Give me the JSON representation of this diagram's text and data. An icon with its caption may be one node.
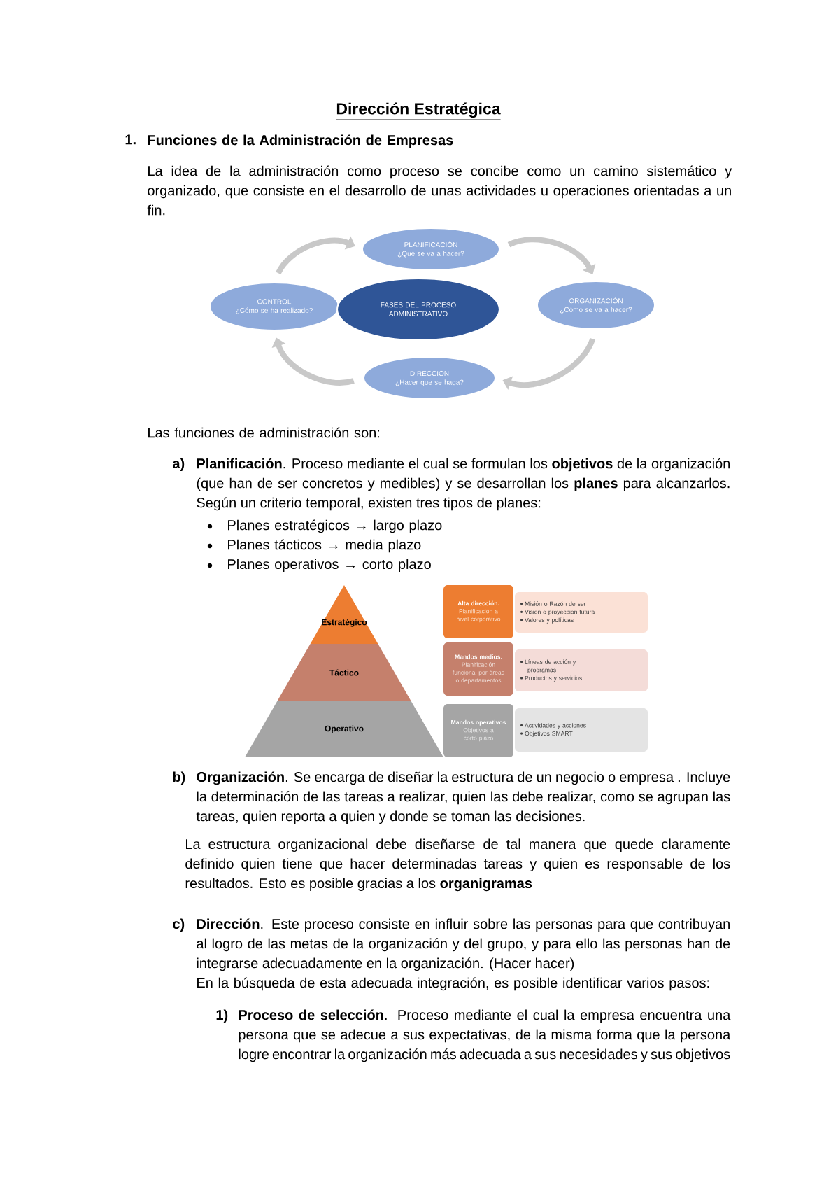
{
  "diagram": {
    "title": "Dirección Estratégica",
    "nodes": [
      {
        "text": [
          "PLANIFICACIÓN",
          "¿Qué se va a hacer?"
        ]
      },
      {
        "text": [
          "CONTROL",
          "¿Cómo se ha realizado?"
        ]
      },
      {
        "text": [
          "FASES DEL PROCESO ADMINISTRATIVO"
        ]
      },
      {
        "text": [
          "ORGANIZACIÓN",
          "¿Cómo se va a hacer?"
        ]
      },
      {
        "text": [
          "DIRECCIÓN",
          "¿Hacer que se haga?"
        ]
      },
      {
        "text": [
          "Estratégico"
        ]
      },
      {
        "text": [
          "Táctico"
        ]
      },
      {
        "text": [
          "Operativo"
        ]
      },
      {
        "text": [
          "Alta dirección.",
          "Planificación a nivel corporativo"
        ]
      },
      {
        "text": [
          "Misión o Razón de ser",
          "Visión o proyección futura",
          "Valores y políticas"
        ]
      },
      {
        "text": [
          "Mandos medios.",
          "Planificación funcional por áreas o departamentos"
        ]
      },
      {
        "text": [
          "Líneas de acción y programas",
          "Productos y servicios"
        ]
      },
      {
        "text": [
          "Mandos operativos",
          "Objetivos a corto plazo"
        ]
      },
      {
        "text": [
          "Actividades y acciones",
          "Objetivos SMART"
        ]
      }
    ],
    "edges": [
      {
        "from": 0,
        "to": 3,
        "arrow": "to"
      },
      {
        "from": 3,
        "to": 4,
        "arrow": "to"
      },
      {
        "from": 4,
        "to": 1,
        "arrow": "to"
      },
      {
        "from": 1,
        "to": 0,
        "arrow": "to"
      }
    ],
    "labels": [
      "1.",
      "Funciones de la Administración de Empresas",
      "La idea de la administración como proceso se concibe como un camino sistemático y organizado, que consiste en el desarrollo de unas actividades u operaciones orientadas a un fin.",
      "Las funciones de administración son:",
      "a)",
      "**Planificación**. Proceso mediante el cual se formulan los **objetivos** de la organización (que han de ser concretos y medibles) y se desarrollan los **planes** para alcanzarlos. Según un criterio temporal, existen tres tipos de planes:",
      "Planes estratégicos → largo plazo",
      "Planes tácticos → media plazo",
      "Planes operativos → corto plazo",
      "b)",
      "**Organización**.  Se encarga de diseñar la estructura de un negocio o empresa . Incluye la determinación de las tareas a realizar, quien las debe realizar, como se agrupan las tareas, quien reporta a quien y donde se toman las decisiones.",
      "La estructura organizacional debe diseñarse de tal manera que quede claramente definido quien tiene que hacer determinadas tareas y quien es responsable de los resultados. Esto es posible gracias a los **organigramas**",
      "c)",
      "**Dirección**.  Este proceso consiste en influir sobre las personas para que contribuyan al logro de las metas de la organización y del grupo, y para ello las personas han de integrarse adecuadamente en la organización. (Hacer hacer)",
      "En la búsqueda de esta adecuada integración, es posible identificar varios pasos:",
      "1)",
      "**Proceso de selección**. Proceso mediante el cual la empresa encuentra una persona que se adecue a sus expectativas, de la misma forma que la persona logre encontrar la organización más adecuada a sus necesidades y sus objetivos"
    ]
  }
}
